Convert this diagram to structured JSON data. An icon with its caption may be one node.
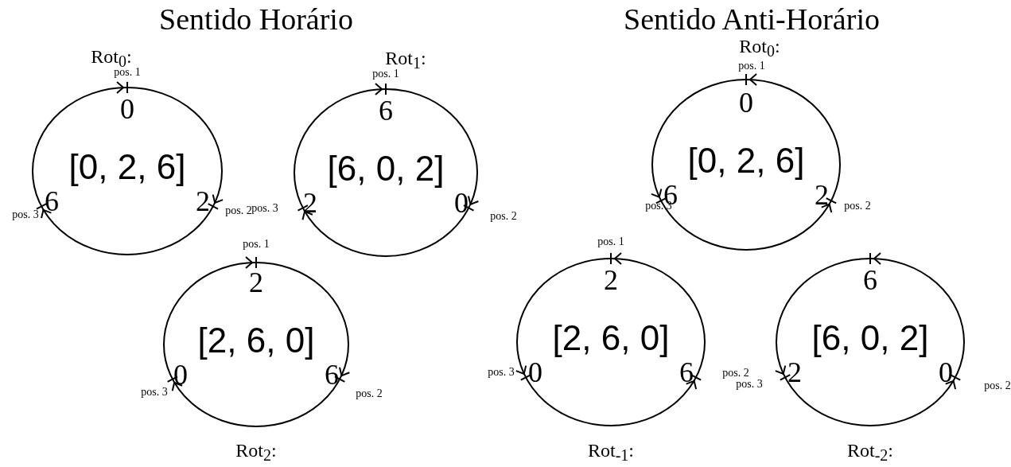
{
  "diagram": {
    "nodes": [
      {
        "text": [
          "0",
          "[0, 2, 6]",
          "6",
          "2"
        ],
        "beside": [
          "Rot$_{0}$:",
          "pos. 1",
          "pos. 3",
          "pos. 2"
        ]
      },
      {
        "text": [
          "6",
          "[6, 0, 2]",
          "2",
          "0"
        ],
        "beside": [
          "Rot$_{1}$:",
          "pos. 1",
          "pos. 3",
          "pos. 2"
        ]
      },
      {
        "text": [
          "2",
          "[2, 6, 0]",
          "0",
          "6"
        ],
        "beside": [
          "pos. 1",
          "pos. 3",
          "pos. 2",
          "Rot$_{2}$:"
        ]
      },
      {
        "text": [
          "0",
          "[0, 2, 6]",
          "6",
          "2"
        ],
        "beside": [
          "Rot$_{0}$:",
          "pos. 1",
          "pos. 3",
          "pos. 2"
        ]
      },
      {
        "text": [
          "2",
          "[2, 6, 0]",
          "0",
          "6"
        ],
        "beside": [
          "pos. 1",
          "pos. 3",
          "pos. 2",
          "Rot$_{-1}$:"
        ]
      },
      {
        "text": [
          "6",
          "[6, 0, 2]",
          "2",
          "0"
        ],
        "beside": [
          "pos. 3",
          "pos. 2",
          "Rot$_{-2}$:"
        ]
      }
    ],
    "labels": [
      "Sentido Horário",
      "Sentido Anti-Horário"
    ]
  }
}
